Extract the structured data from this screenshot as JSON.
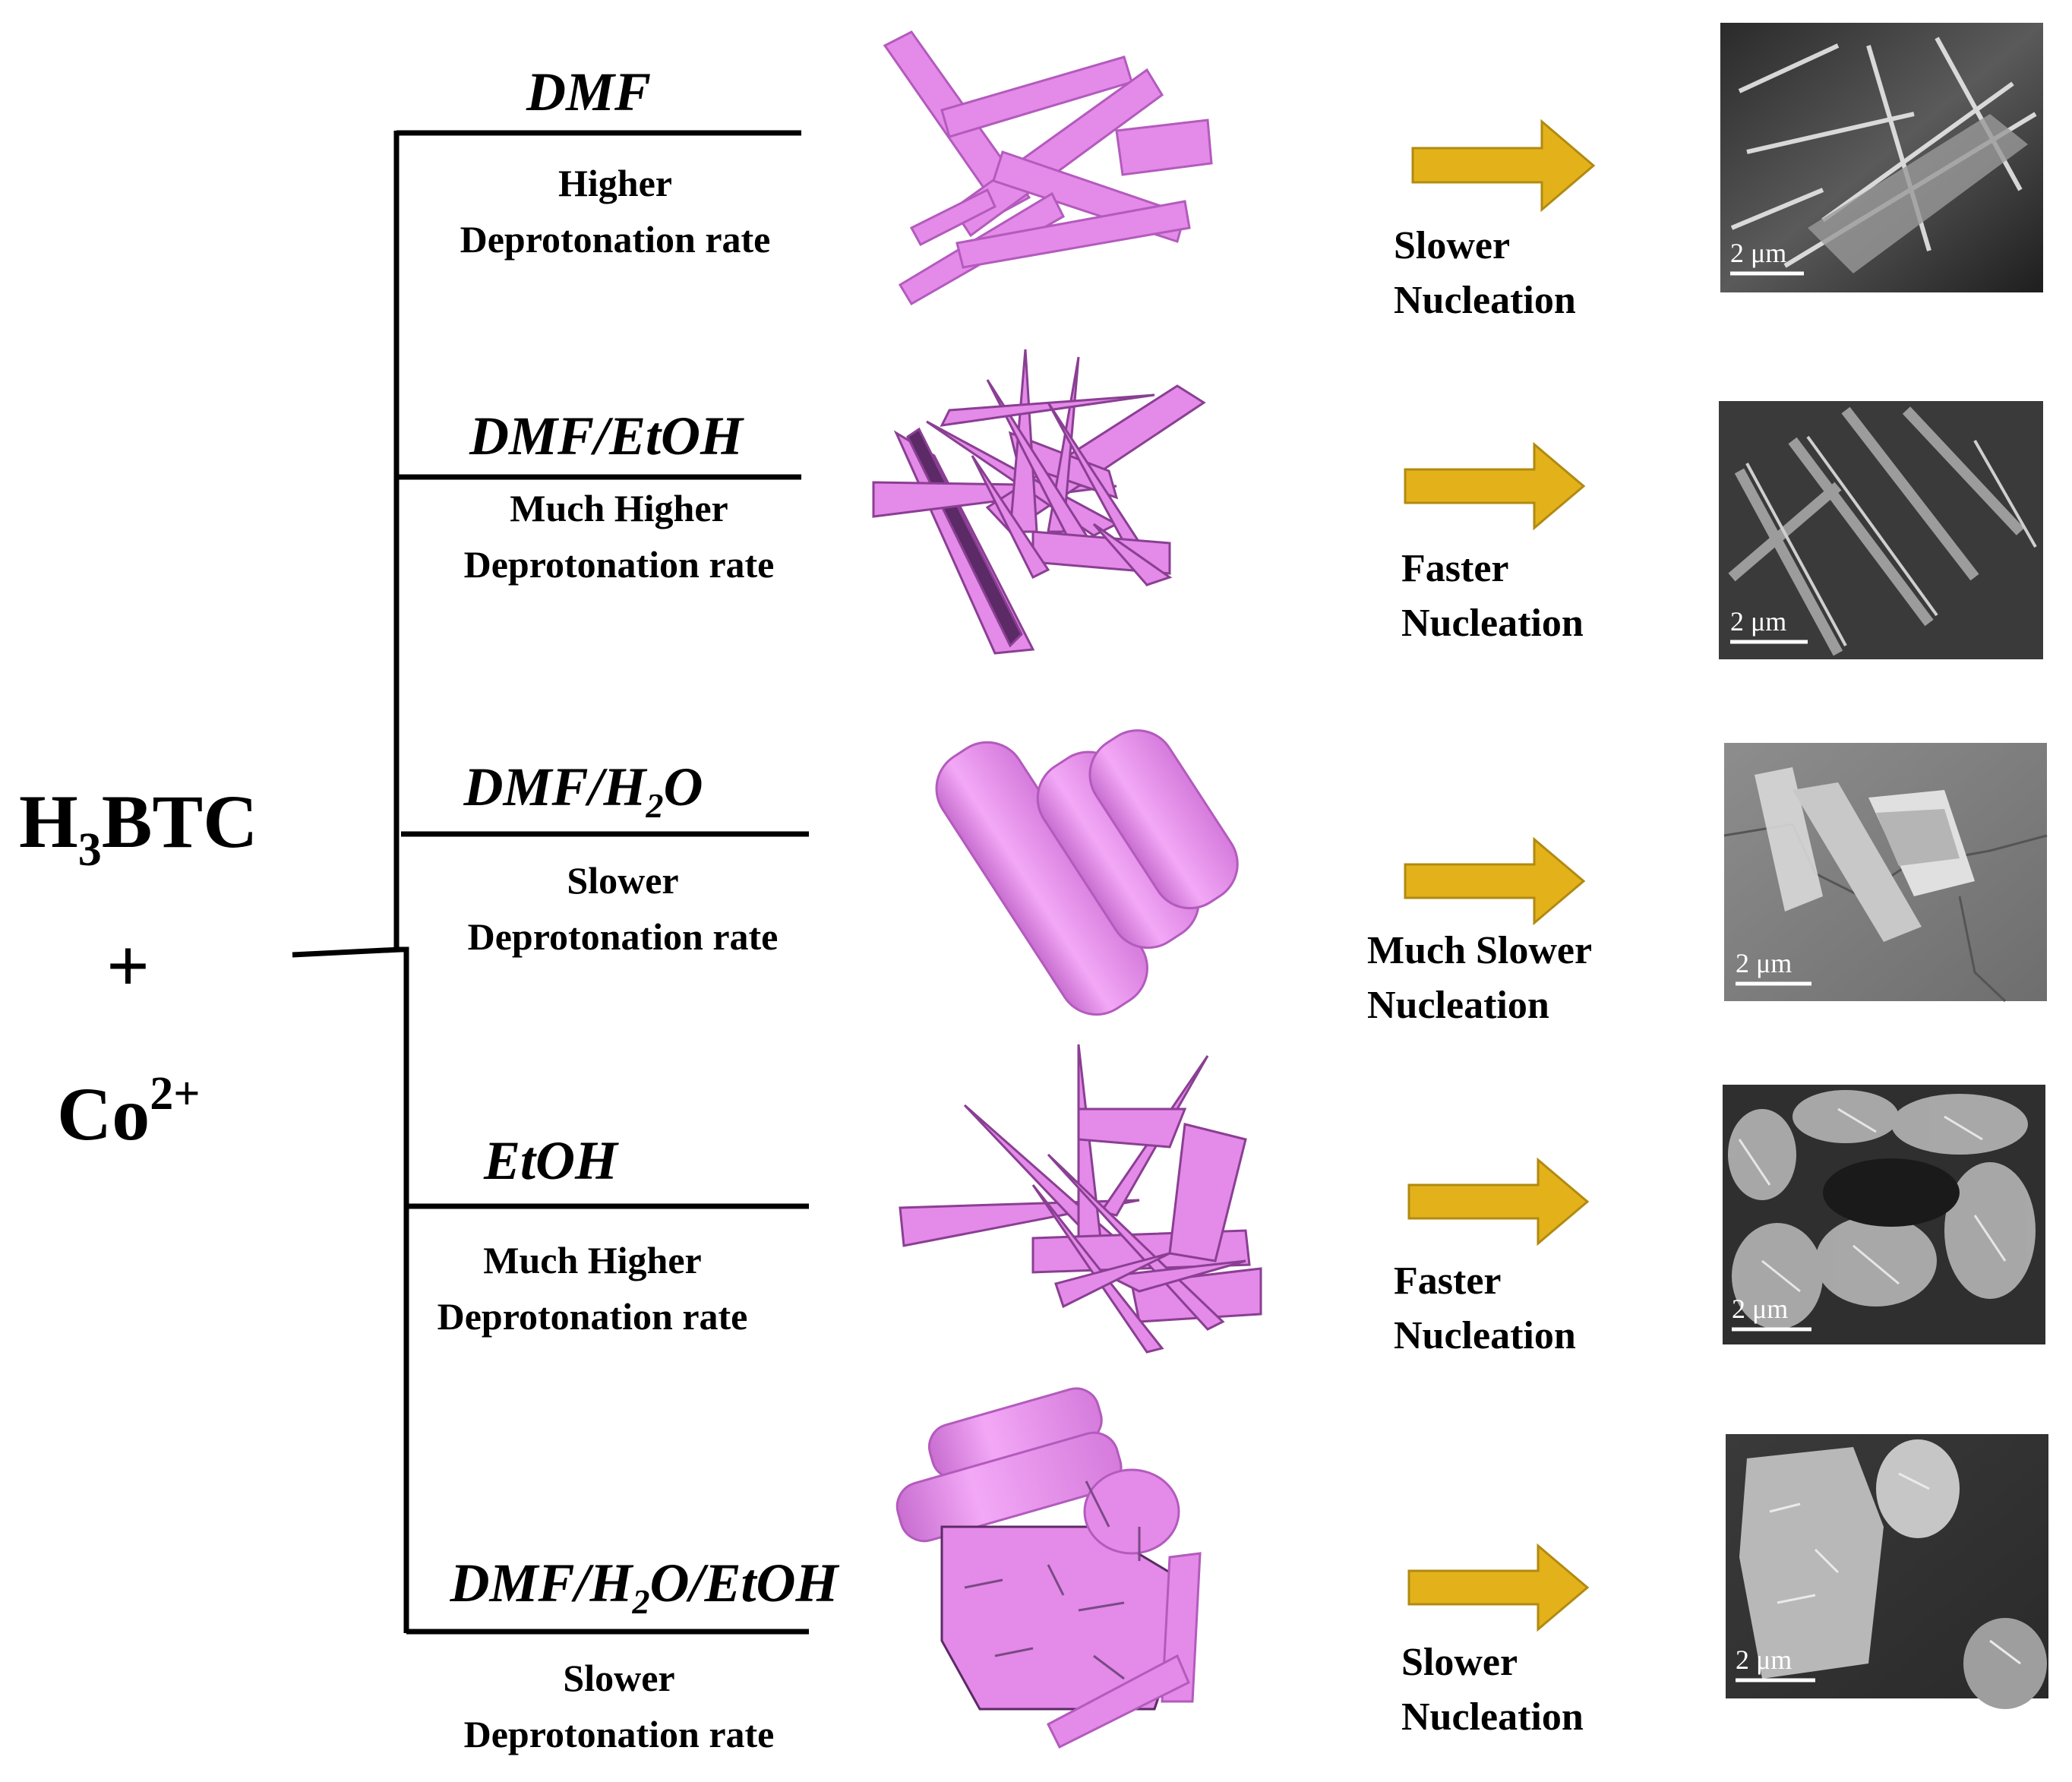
{
  "reactants": {
    "acid": "H",
    "acid_sub": "3",
    "acid_rest": "BTC",
    "plus": "+",
    "metal": "Co",
    "metal_sup": "2+"
  },
  "colors": {
    "crystal": "#e48ae8",
    "crystal_edge": "#b35bbd",
    "arrow": "#e3b21b",
    "arrow_edge": "#b18a10",
    "line": "#000000"
  },
  "branches": [
    {
      "solvent": "DMF",
      "rate_line1": "Higher",
      "rate_line2": "Deprotonation rate",
      "nucleation_line1": "Slower",
      "nucleation_line2": "Nucleation",
      "morphology_icon": "rod-bundle-icon",
      "sem_scale": "2 μm"
    },
    {
      "solvent": "DMF/EtOH",
      "rate_line1": "Much Higher",
      "rate_line2": "Deprotonation rate",
      "nucleation_line1": "Faster",
      "nucleation_line2": "Nucleation",
      "morphology_icon": "needle-cluster-icon",
      "sem_scale": "2 μm"
    },
    {
      "solvent_prefix": "DMF/H",
      "solvent_sub": "2",
      "solvent_suffix": "O",
      "rate_line1": "Slower",
      "rate_line2": "Deprotonation rate",
      "nucleation_line1": "Much Slower",
      "nucleation_line2": "Nucleation",
      "morphology_icon": "rounded-rods-icon",
      "sem_scale": "2 μm"
    },
    {
      "solvent": "EtOH",
      "rate_line1": "Much Higher",
      "rate_line2": "Deprotonation rate",
      "nucleation_line1": "Faster",
      "nucleation_line2": "Nucleation",
      "morphology_icon": "needle-cluster-icon",
      "sem_scale": "2 μm"
    },
    {
      "solvent_prefix": "DMF/H",
      "solvent_sub": "2",
      "solvent_suffix": "O/EtOH",
      "rate_line1": "Slower",
      "rate_line2": "Deprotonation rate",
      "nucleation_line1": "Slower",
      "nucleation_line2": "Nucleation",
      "morphology_icon": "hexagonal-plate-icon",
      "sem_scale": "2 μm"
    }
  ]
}
